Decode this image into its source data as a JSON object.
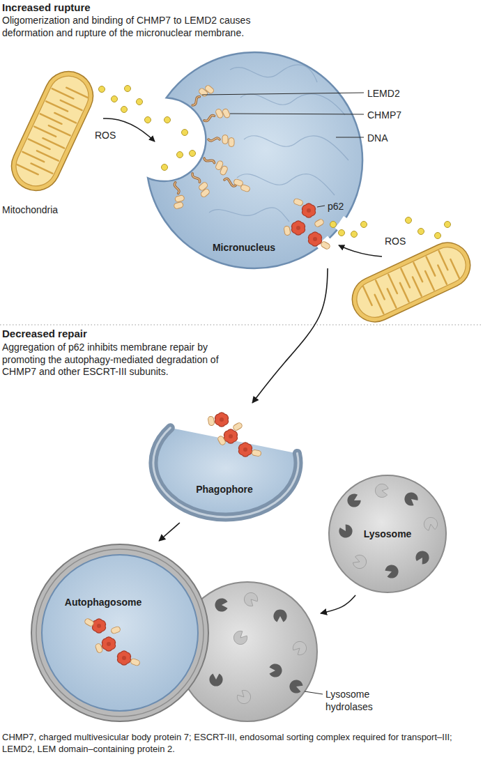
{
  "diagram": {
    "caption": "CHMP7, charged multivesicular body protein 7; ESCRT-III, endosomal sorting complex required for transport–III; LEMD2, LEM domain–containing protein 2.",
    "nodes": [
      {
        "text": [
          "Micronucleus"
        ]
      },
      {
        "text": [
          "Phagophore"
        ]
      },
      {
        "text": [
          "Lysosome"
        ]
      },
      {
        "text": [
          "Autophagosome"
        ]
      }
    ],
    "edges": [
      {
        "from": 0,
        "to": 1,
        "arrow": "to"
      },
      {
        "from": 1,
        "to": 3,
        "arrow": "to"
      },
      {
        "from": 2,
        "to": 3,
        "arrow": "to"
      }
    ],
    "labels": [
      "Increased rupture",
      "Oligomerization and binding of CHMP7 to LEMD2 causes deformation and rupture of the micronuclear membrane.",
      "LEMD2",
      "CHMP7",
      "ROS",
      "DNA",
      "Mitochondria",
      "p62",
      "ROS",
      "Decreased repair",
      "Aggregation of p62 inhibits membrane repair by promoting the autophagy-mediated degradation of CHMP7 and other ESCRT-III subunits.",
      "Lysosome hydrolases"
    ]
  }
}
